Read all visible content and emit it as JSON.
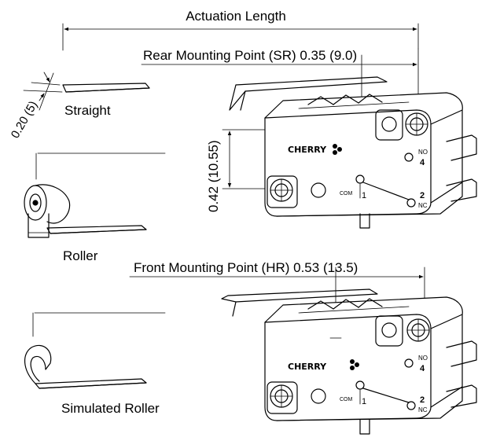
{
  "labels": {
    "actuation_length": "Actuation Length",
    "rear_mounting": "Rear Mounting Point (SR) 0.35 (9.0)",
    "front_mounting": "Front Mounting Point (HR) 0.53 (13.5)",
    "height_dim": "0.42 (10.55)",
    "straight_dim": "0.20 (5)",
    "straight": "Straight",
    "roller": "Roller",
    "simulated_roller": "Simulated Roller"
  },
  "switch": {
    "brand": "CHERRY",
    "com_label": "COM",
    "com_number": "1",
    "no_label": "NO",
    "no_number": "4",
    "nc_label": "NC",
    "nc_number": "2"
  },
  "colors": {
    "line": "#000000",
    "background": "#ffffff"
  }
}
